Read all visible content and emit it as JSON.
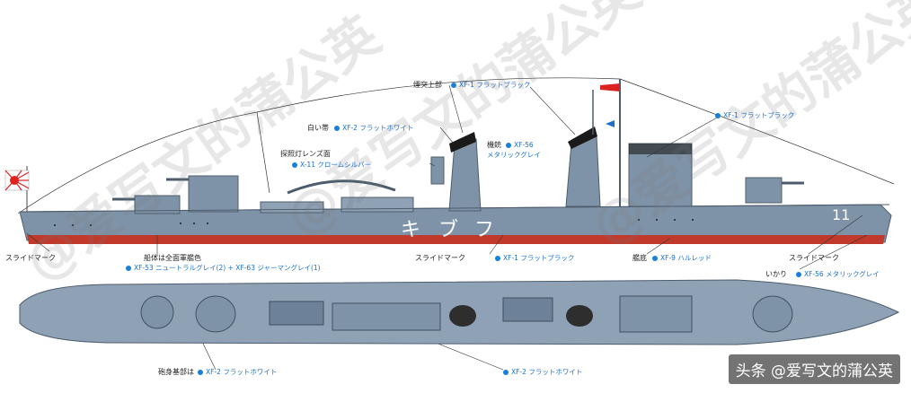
{
  "labels": {
    "funnel_top": "煙突上部",
    "funnel_top_paint": "XF-1 フラットブラック",
    "white_band": "白い帯",
    "white_band_paint": "XF-2 フラットホワイト",
    "searchlight": "探照灯レンズ面",
    "searchlight_paint": "X-11 クロームシルバー",
    "machine_gun": "機銃",
    "machine_gun_paint_1": "XF-56",
    "machine_gun_paint_2": "メタリックグレイ",
    "mast_paint": "XF-1 フラットブラック",
    "slide_mark_left": "スライドマーク",
    "hull": "船体は全面軍艦色",
    "hull_paint": "XF-53 ニュートラルグレイ(2) + XF-63 ジャーマングレイ(1)",
    "slide_mark_center": "スライドマーク",
    "bottom_black_paint": "XF-1 フラットブラック",
    "ship_bottom": "艦底",
    "ship_bottom_paint": "XF-9 ハルレッド",
    "slide_mark_right": "スライドマーク",
    "anchor": "いかり",
    "anchor_paint": "XF-56 メタリックグレイ",
    "gun_base": "砲身基部は",
    "gun_base_paint": "XF-2 フラットホワイト",
    "deck_paint": "XF-2 フラットホワイト"
  },
  "hull_text": {
    "name_ki": "キ",
    "name_bu": "ブ",
    "name_fu": "フ",
    "number": "11"
  },
  "watermark": "@爱写文的蒲公英",
  "badge": "头条 @爱写文的蒲公英",
  "colors": {
    "hull_gray": "#7f93a8",
    "deck_gray": "#8fa2b5",
    "hull_red": "#c0392b",
    "black": "#1a1a1a",
    "paint_blue": "#1a6fc9"
  }
}
